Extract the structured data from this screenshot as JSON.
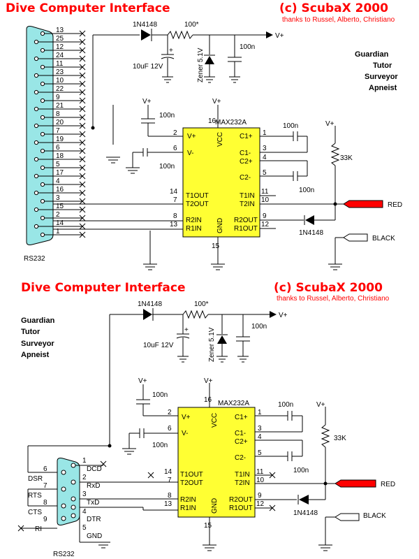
{
  "top": {
    "title": "Dive Computer Interface",
    "copyright": "(c) ScubaX 2000",
    "thanks": "thanks to Russel, Alberto, Christiano",
    "models": [
      "Guardian",
      "Surveyor",
      "Apneist"
    ],
    "models_second": "Tutor",
    "connector_label": "RS232",
    "connector_pins": [
      "13",
      "25",
      "12",
      "24",
      "11",
      "23",
      "10",
      "22",
      "9",
      "21",
      "8",
      "20",
      "7",
      "19",
      "6",
      "18",
      "5",
      "17",
      "4",
      "16",
      "3",
      "15",
      "2",
      "14",
      "1"
    ]
  },
  "bottom": {
    "title": "Dive Computer Interface",
    "copyright": "(c) ScubaX 2000",
    "thanks": "thanks to Russel, Alberto, Christiano",
    "models": [
      "Guardian",
      "Tutor",
      "Surveyor",
      "Apneist"
    ],
    "connector_label": "RS232",
    "db9_signals": [
      "DSR",
      "RTS",
      "CTS",
      "RI",
      "DCD",
      "RxD",
      "TxD",
      "DTR",
      "GND"
    ]
  },
  "components": {
    "diode": "1N4148",
    "resistor_top": "100*",
    "cap_elec": "10uF 12V",
    "zener": "Zener 5.1V",
    "cap": "100n",
    "resistor_pull": "33K",
    "vplus": "V+",
    "chip_name": "MAX232A",
    "red": "RED",
    "black": "BLACK"
  },
  "chip_pins": {
    "vplus": "V+",
    "vminus": "V-",
    "vcc": "VCC",
    "gnd": "GND",
    "c1p": "C1+",
    "c1m": "C1-",
    "c2p": "C2+",
    "c2m": "C2-",
    "t1out": "T1OUT",
    "t2out": "T2OUT",
    "r2in": "R2IN",
    "r1in": "R1IN",
    "t1in": "T1IN",
    "t2in": "T2IN",
    "r2out": "R2OUT",
    "r1out": "R1OUT"
  },
  "colors": {
    "title": "#ff0000",
    "chip": "#ffff33",
    "connector": "#99e6e6",
    "probe": "#ff0000"
  }
}
